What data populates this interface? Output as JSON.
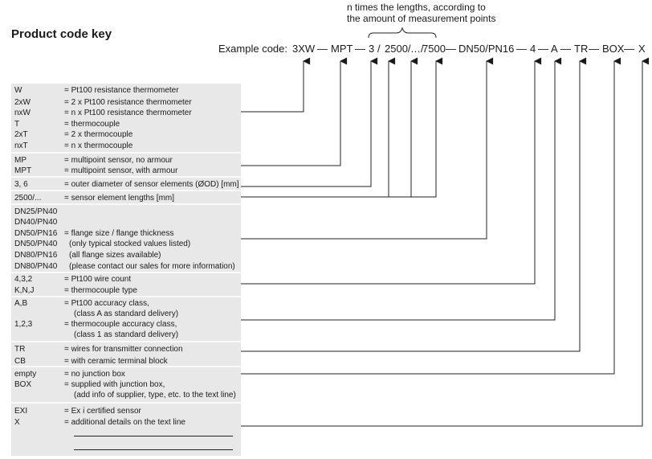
{
  "title": "Product code key",
  "annotation": {
    "line1": "n times the lengths, according to",
    "line2": "the amount of measurement points"
  },
  "example": {
    "label": "Example code:",
    "segments": [
      "3XW",
      "—",
      "MPT",
      "—",
      "3",
      "/",
      "2500/",
      "…/",
      "7500",
      "—",
      "DN50/PN16",
      "—",
      "4",
      "—",
      "A",
      "—",
      "TR",
      "—",
      "BOX",
      "—",
      "X"
    ]
  },
  "groups": [
    {
      "rows": [
        {
          "code": "W",
          "desc": "= Pt100 resistance thermometer"
        },
        {
          "code": "2xW",
          "desc": "= 2 x Pt100 resistance thermometer"
        },
        {
          "code": "nxW",
          "desc": "= n x Pt100 resistance thermometer"
        },
        {
          "code": "T",
          "desc": "= thermocouple"
        },
        {
          "code": "2xT",
          "desc": "= 2 x thermocouple"
        },
        {
          "code": "nxT",
          "desc": "= n x thermocouple"
        }
      ]
    },
    {
      "rows": [
        {
          "code": "MP",
          "desc": "= multipoint sensor, no armour"
        },
        {
          "code": "MPT",
          "desc": "= multipoint sensor, with armour"
        }
      ]
    },
    {
      "rows": [
        {
          "code": "3, 6",
          "desc": "= outer diameter of sensor elements (ØOD) [mm]"
        }
      ]
    },
    {
      "rows": [
        {
          "code": "2500/...",
          "desc": "= sensor element lengths [mm]"
        }
      ]
    },
    {
      "rows": [
        {
          "code": "DN25/PN40",
          "desc": ""
        },
        {
          "code": "DN40/PN40",
          "desc": ""
        },
        {
          "code": "DN50/PN16",
          "desc": "= flange size / flange thickness"
        },
        {
          "code": "DN50/PN40",
          "desc": "(only typical stocked values listed)"
        },
        {
          "code": "DN80/PN16",
          "desc": "(all flange sizes available)"
        },
        {
          "code": "DN80/PN40",
          "desc": "(please contact our sales for more information)"
        }
      ]
    },
    {
      "rows": [
        {
          "code": "4,3,2",
          "desc": "= Pt100 wire count"
        },
        {
          "code": "K,N,J",
          "desc": "= thermocouple type"
        }
      ]
    },
    {
      "rows": [
        {
          "code": "A,B",
          "desc": "= Pt100 accuracy class,"
        },
        {
          "code": "",
          "desc": "(class A as standard delivery)"
        },
        {
          "code": "1,2,3",
          "desc": "= thermocouple accuracy class,"
        },
        {
          "code": "",
          "desc": "(class 1 as standard delivery)"
        }
      ]
    },
    {
      "rows": [
        {
          "code": "TR",
          "desc": "= wires for transmitter connection"
        },
        {
          "code": "CB",
          "desc": "= with ceramic terminal block"
        }
      ]
    },
    {
      "rows": [
        {
          "code": "empty",
          "desc": "= no junction box"
        },
        {
          "code": "BOX",
          "desc": "= supplied with junction box,"
        },
        {
          "code": "",
          "desc": "(add info of supplier, type, etc. to the text line)"
        }
      ]
    },
    {
      "rows": [
        {
          "code": "EXI",
          "desc": "= Ex i certified sensor"
        },
        {
          "code": "X",
          "desc": "= additional details on the text line"
        }
      ]
    }
  ]
}
